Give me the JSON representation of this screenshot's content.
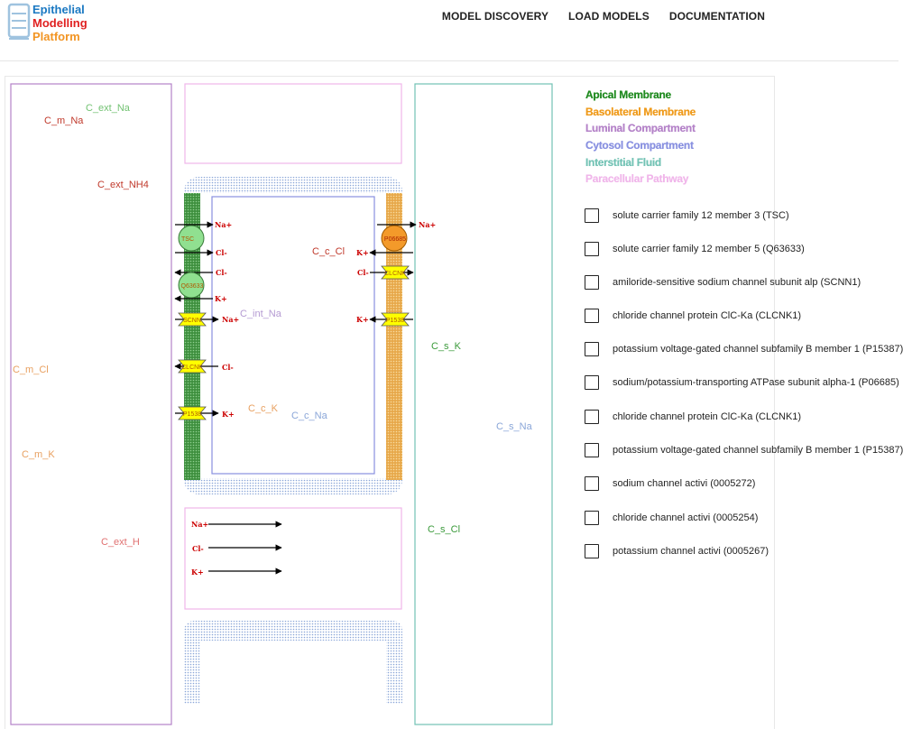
{
  "header": {
    "logo": {
      "line1": "Epithelial",
      "line2": "Modelling",
      "line3": "Platform",
      "colors": [
        "#1a78c2",
        "#e02020",
        "#f29422"
      ]
    },
    "nav": [
      "MODEL DISCOVERY",
      "LOAD MODELS",
      "DOCUMENTATION"
    ]
  },
  "legend": [
    {
      "label": "Apical Membrane",
      "color": "#1f8a1f"
    },
    {
      "label": "Basolateral Membrane",
      "color": "#ef9a1a"
    },
    {
      "label": "Luminal Compartment",
      "color": "#b482c8"
    },
    {
      "label": "Cytosol Compartment",
      "color": "#8890e0"
    },
    {
      "label": "Interstitial Fluid",
      "color": "#72c2b4"
    },
    {
      "label": "Paracellular Pathway",
      "color": "#f0b6ea"
    }
  ],
  "proteins": [
    "solute carrier family 12 member 3 (TSC)",
    "solute carrier family 12 member 5 (Q63633)",
    "amiloride-sensitive sodium channel subunit alp (SCNN1)",
    "chloride channel protein ClC-Ka (CLCNK1)",
    "potassium voltage-gated channel subfamily B member 1 (P15387)",
    "sodium/potassium-transporting ATPase subunit alpha-1 (P06685)",
    "chloride channel protein ClC-Ka (CLCNK1)",
    "potassium voltage-gated channel subfamily B member 1 (P15387)",
    "sodium channel activi (0005272)",
    "chloride channel activi (0005254)",
    "potassium channel activi (0005267)"
  ],
  "diagram": {
    "variables": {
      "c_ext_na": "C_ext_Na",
      "c_m_na": "C_m_Na",
      "c_ext_nh4": "C_ext_NH4",
      "c_m_cl": "C_m_Cl",
      "c_m_k": "C_m_K",
      "c_ext_h": "C_ext_H",
      "c_int_na": "C_int_Na",
      "c_c_cl": "C_c_Cl",
      "c_c_k": "C_c_K",
      "c_c_na": "C_c_Na",
      "c_s_k": "C_s_K",
      "c_s_na": "C_s_Na",
      "c_s_cl": "C_s_Cl"
    },
    "apical_transporters": {
      "tsc": {
        "label": "TSC",
        "top": "Na+",
        "bottom": "Cl-"
      },
      "q63633": {
        "label": "Q63633",
        "top": "Cl-",
        "bottom": "K+"
      },
      "scnn": {
        "label": "SCNN",
        "ion": "Na+"
      },
      "clcnk": {
        "label": "CLCNK",
        "ion": "Cl-"
      },
      "p15387": {
        "label": "P1538",
        "ion": "K+"
      }
    },
    "basolateral_transporters": {
      "p06685": {
        "label": "P06685",
        "top": "Na+",
        "bottom": "K+"
      },
      "clcnk": {
        "label": "CLCNK",
        "ion": "Cl-"
      },
      "p15387": {
        "label": "P1538",
        "ion": "K+"
      }
    },
    "paracellular_ions": [
      "Na+",
      "Cl-",
      "K+"
    ]
  }
}
